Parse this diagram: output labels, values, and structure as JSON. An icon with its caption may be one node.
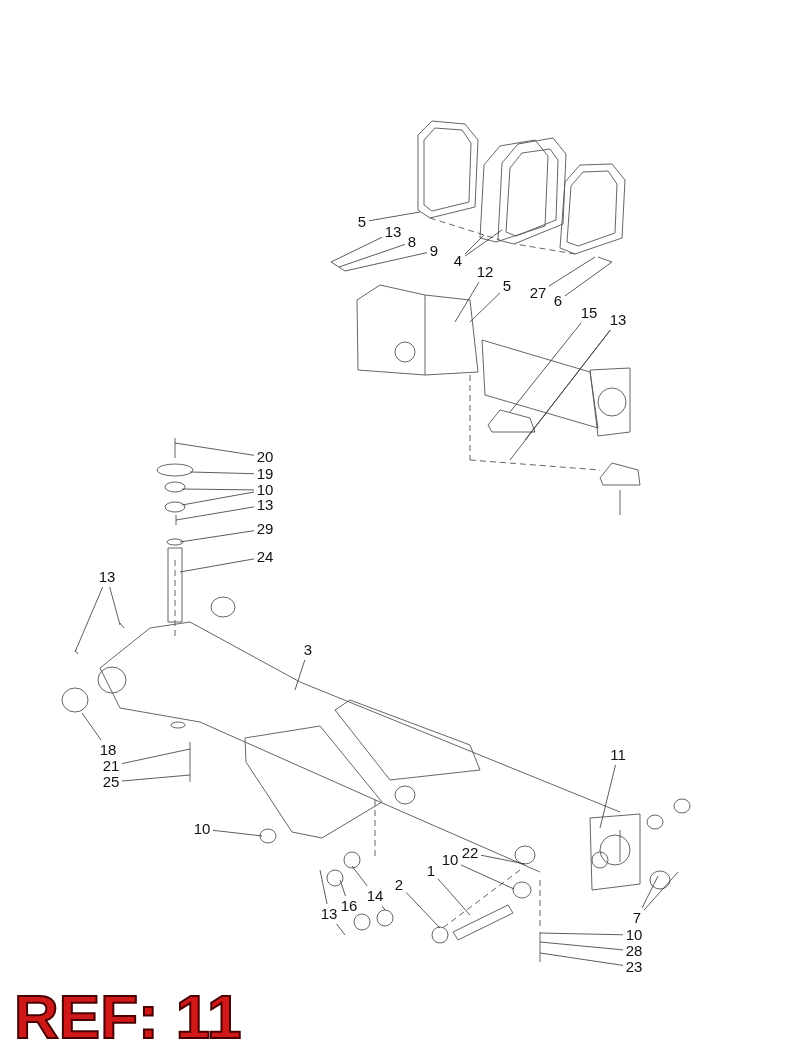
{
  "diagram": {
    "nodes": [
      {
        "text": [
          "5"
        ]
      },
      {
        "text": [
          "13"
        ]
      },
      {
        "text": [
          "8"
        ]
      },
      {
        "text": [
          "9"
        ]
      },
      {
        "text": [
          "4"
        ]
      },
      {
        "text": [
          "5"
        ]
      },
      {
        "text": [
          "27"
        ]
      },
      {
        "text": [
          "6"
        ]
      },
      {
        "text": [
          "12"
        ]
      },
      {
        "text": [
          "15"
        ]
      },
      {
        "text": [
          "13"
        ]
      },
      {
        "text": [
          "20"
        ]
      },
      {
        "text": [
          "19"
        ]
      },
      {
        "text": [
          "10"
        ]
      },
      {
        "text": [
          "13"
        ]
      },
      {
        "text": [
          "29"
        ]
      },
      {
        "text": [
          "24"
        ]
      },
      {
        "text": [
          "13"
        ]
      },
      {
        "text": [
          "3"
        ]
      },
      {
        "text": [
          "18"
        ]
      },
      {
        "text": [
          "21"
        ]
      },
      {
        "text": [
          "25"
        ]
      },
      {
        "text": [
          "11"
        ]
      },
      {
        "text": [
          "10"
        ]
      },
      {
        "text": [
          "22"
        ]
      },
      {
        "text": [
          "10"
        ]
      },
      {
        "text": [
          "1"
        ]
      },
      {
        "text": [
          "2"
        ]
      },
      {
        "text": [
          "14"
        ]
      },
      {
        "text": [
          "16"
        ]
      },
      {
        "text": [
          "13"
        ]
      },
      {
        "text": [
          "7"
        ]
      },
      {
        "text": [
          "10"
        ]
      },
      {
        "text": [
          "28"
        ]
      },
      {
        "text": [
          "23"
        ]
      }
    ],
    "edges": [
      {
        "from": 0,
        "to": null,
        "arrow": "none"
      },
      {
        "from": 1,
        "to": null,
        "arrow": "none"
      },
      {
        "from": 2,
        "to": null,
        "arrow": "none"
      },
      {
        "from": 3,
        "to": null,
        "arrow": "none"
      },
      {
        "from": 4,
        "to": null,
        "arrow": "none"
      },
      {
        "from": 4,
        "to": null,
        "arrow": "none"
      },
      {
        "from": 5,
        "to": null,
        "arrow": "none"
      },
      {
        "from": 6,
        "to": null,
        "arrow": "none"
      },
      {
        "from": 7,
        "to": null,
        "arrow": "none"
      },
      {
        "from": 8,
        "to": null,
        "arrow": "none"
      },
      {
        "from": 9,
        "to": null,
        "arrow": "none"
      },
      {
        "from": 10,
        "to": null,
        "arrow": "none"
      },
      {
        "from": 10,
        "to": null,
        "arrow": "none"
      },
      {
        "from": 11,
        "to": null,
        "arrow": "none"
      },
      {
        "from": 12,
        "to": null,
        "arrow": "none"
      },
      {
        "from": 13,
        "to": null,
        "arrow": "none"
      },
      {
        "from": 13,
        "to": null,
        "arrow": "none"
      },
      {
        "from": 14,
        "to": null,
        "arrow": "none"
      },
      {
        "from": 15,
        "to": null,
        "arrow": "none"
      },
      {
        "from": 16,
        "to": null,
        "arrow": "none"
      },
      {
        "from": 17,
        "to": null,
        "arrow": "none"
      },
      {
        "from": 17,
        "to": null,
        "arrow": "none"
      },
      {
        "from": 18,
        "to": null,
        "arrow": "none"
      },
      {
        "from": 19,
        "to": null,
        "arrow": "none"
      },
      {
        "from": 20,
        "to": null,
        "arrow": "none"
      },
      {
        "from": 21,
        "to": null,
        "arrow": "none"
      },
      {
        "from": 22,
        "to": null,
        "arrow": "none"
      },
      {
        "from": 23,
        "to": null,
        "arrow": "none"
      },
      {
        "from": 24,
        "to": null,
        "arrow": "none"
      },
      {
        "from": 25,
        "to": null,
        "arrow": "none"
      },
      {
        "from": 26,
        "to": null,
        "arrow": "none"
      },
      {
        "from": 27,
        "to": null,
        "arrow": "none"
      },
      {
        "from": 28,
        "to": null,
        "arrow": "none"
      },
      {
        "from": 28,
        "to": null,
        "arrow": "none"
      },
      {
        "from": 29,
        "to": null,
        "arrow": "none"
      },
      {
        "from": 30,
        "to": null,
        "arrow": "none"
      },
      {
        "from": 30,
        "to": null,
        "arrow": "none"
      },
      {
        "from": 31,
        "to": null,
        "arrow": "none"
      },
      {
        "from": 31,
        "to": null,
        "arrow": "none"
      },
      {
        "from": 32,
        "to": null,
        "arrow": "none"
      },
      {
        "from": 33,
        "to": null,
        "arrow": "none"
      },
      {
        "from": 34,
        "to": null,
        "arrow": "none"
      }
    ],
    "labels": [
      "REF: 11"
    ]
  }
}
